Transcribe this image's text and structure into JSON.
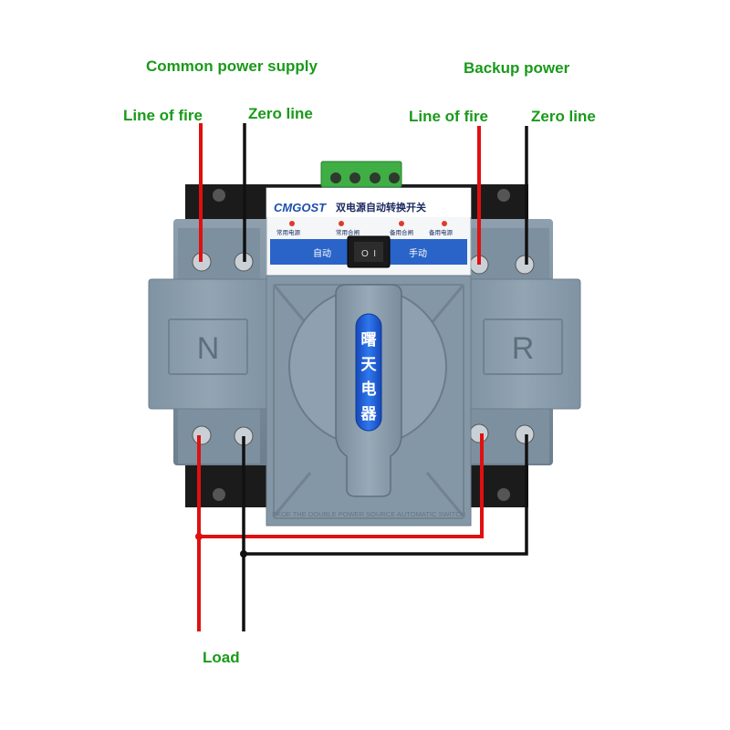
{
  "labels": {
    "common_power_supply": "Common power supply",
    "backup_power": "Backup power",
    "line_of_fire_left": "Line of fire",
    "zero_line_left": "Zero line",
    "line_of_fire_right": "Line of fire",
    "zero_line_right": "Zero line",
    "load": "Load"
  },
  "device": {
    "brand": "CMGOST",
    "title_cn": "双电源自动转换开关",
    "indicators": [
      "常用电源",
      "常用合闸",
      "备用合闸",
      "备用电源"
    ],
    "mode_auto": "自动",
    "mode_manual": "手动",
    "switch_text": "O  I",
    "handle_text": [
      "曙",
      "天",
      "电",
      "器"
    ],
    "left_cover_letter": "N",
    "right_cover_letter": "R",
    "bottom_text": "SKOE THE DOUBLE POWER SOURCE AUTOMATIC SWITCH"
  },
  "colors": {
    "label_green": "#1a9a1a",
    "live_wire": "#e01010",
    "neutral_wire": "#111111",
    "body_gray": "#7b8d9c",
    "handle_blue": "#1e5fd6",
    "terminal_green": "#3fae45"
  }
}
